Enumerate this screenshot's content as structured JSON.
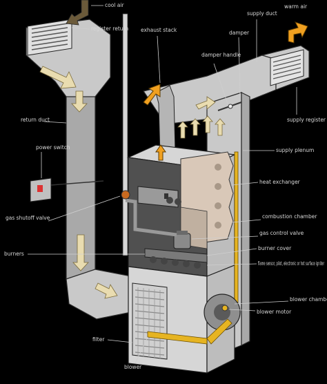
{
  "labels": {
    "cool_air": "cool air",
    "register_return": "register return",
    "exhaust_stack": "exhaust stack",
    "supply_duct": "supply duct",
    "warm_air": "warm air",
    "damper": "damper",
    "damper_handle": "damper handle",
    "return_duct": "return duct",
    "supply_register": "supply register",
    "power_switch": "power switch",
    "supply_plenum": "supply plenum",
    "heat_exchanger": "heat exchanger",
    "gas_shutoff_valve": "gas shutoff valve",
    "combustion_chamber": "combustion chamber",
    "gas_control_valve": "gas control valve",
    "burner_cover": "burner cover",
    "burners": "burners",
    "flame_sensor": "flame sensor, pilot, electronic or hot surface igniter",
    "blower_chamber": "blower chamber",
    "blower_motor": "blower motor",
    "filter": "filter",
    "blower": "blower"
  },
  "colors": {
    "background": "#000000",
    "duct": "#c9c9c9",
    "airflow_arrow": "#e9dcb0",
    "flue": "#f0a020",
    "blower_belt": "#e6b422"
  },
  "icons": {
    "warm_air_arrow": "orange-arrow-icon",
    "cool_air_arrow": "dark-arrow-icon",
    "airflow_arrows": "cream-arrow-icon"
  }
}
